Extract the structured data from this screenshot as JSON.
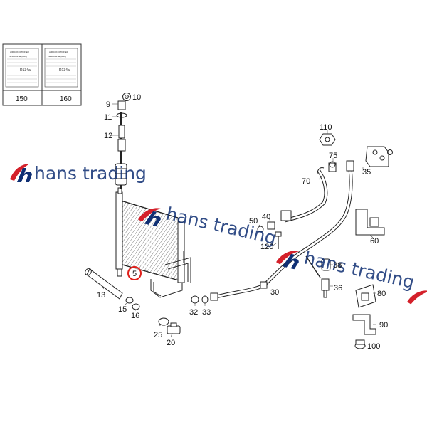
{
  "labels_panel": [
    {
      "number": "150",
      "title": "AIR CONDITIONER",
      "model": "SZBVAA/SE (BRL)",
      "refrigerant": "R134a"
    },
    {
      "number": "160",
      "title": "AIR CONDITIONER",
      "model": "SZBVAA/SE (BRL)",
      "refrigerant": "R134a"
    }
  ],
  "callouts": {
    "c5": "5",
    "c9": "9",
    "c10": "10",
    "c11": "11",
    "c12": "12",
    "c13": "13",
    "c15": "15",
    "c16": "16",
    "c20": "20",
    "c25": "25",
    "c30": "30",
    "c32": "32",
    "c33": "33",
    "c35": "35",
    "c36": "36",
    "c38": "38",
    "c40": "40",
    "c50": "50",
    "c60": "60",
    "c70": "70",
    "c75": "75",
    "c80": "80",
    "c90": "90",
    "c100": "100",
    "c110": "110",
    "c120": "120"
  },
  "highlighted_callout": "5",
  "watermark": {
    "text": "hans trading"
  },
  "colors": {
    "watermark_blue": "#0f2f73",
    "watermark_red": "#d4202a",
    "highlight_red": "#e0201b",
    "line": "#222222"
  }
}
